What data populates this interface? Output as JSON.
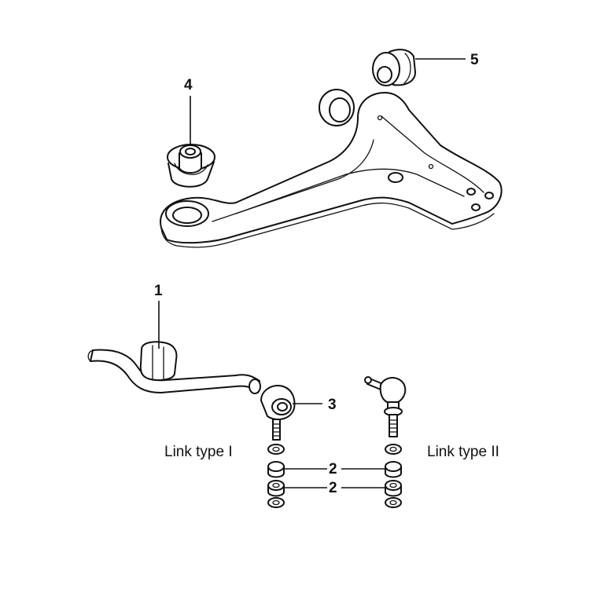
{
  "callouts": {
    "c1": "1",
    "c2a": "2",
    "c2b": "2",
    "c3": "3",
    "c4": "4",
    "c5": "5"
  },
  "captions": {
    "link_type_1": "Link type I",
    "link_type_2": "Link type II"
  }
}
